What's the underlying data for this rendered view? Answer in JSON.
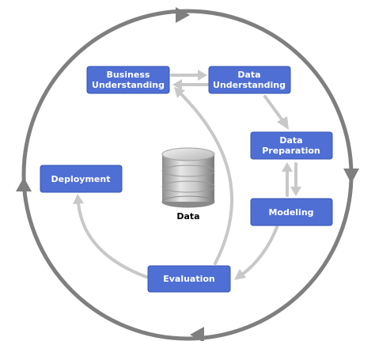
{
  "diagram": {
    "phases": {
      "business": {
        "line1": "Business",
        "line2": "Understanding"
      },
      "data_understanding": {
        "line1": "Data",
        "line2": "Understanding"
      },
      "data_preparation": {
        "line1": "Data",
        "line2": "Preparation"
      },
      "modeling": {
        "label": "Modeling"
      },
      "evaluation": {
        "label": "Evaluation"
      },
      "deployment": {
        "label": "Deployment"
      }
    },
    "center": {
      "label": "Data"
    }
  },
  "colors": {
    "box_fill": "#4f6fd4",
    "box_stroke": "#3454b4",
    "outer_ring": "#7f7f7f",
    "inner_arrow": "#c8c8c8"
  }
}
